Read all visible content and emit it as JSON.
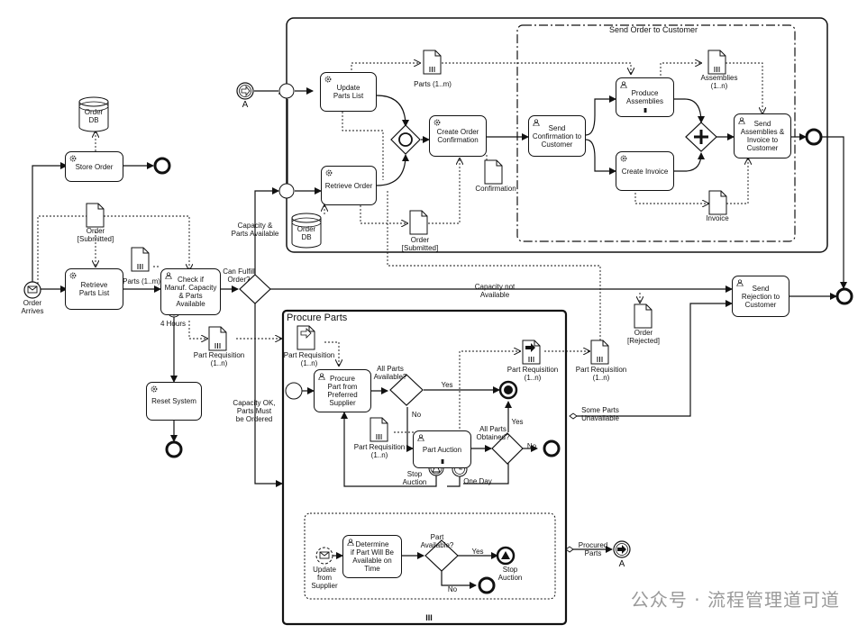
{
  "tasks": {
    "store_order": "Store Order",
    "retrieve_parts_list": "Retrieve\nParts List",
    "check_capacity": "Check if\nManuf. Capacity\n& Parts Available",
    "reset_system": "Reset System",
    "update_parts_list": "Update\nParts List",
    "retrieve_order": "Retrieve Order",
    "create_order_confirmation": "Create Order\nConfirmation",
    "send_confirmation": "Send\nConfirmation to\nCustomer",
    "produce_assemblies": "Produce\nAssemblies",
    "create_invoice": "Create Invoice",
    "send_assemblies": "Send\nAssemblies &\nInvoice to\nCustomer",
    "send_rejection": "Send\nRejection to\nCustomer",
    "procure_part": "Procure\nPart from\nPreferred\nSupplier",
    "part_auction": "Part Auction",
    "determine_part": "Determine\nif Part Will Be\nAvailable on\nTime"
  },
  "data_objects": {
    "order_db_top": "Order\nDB",
    "order_submitted_top": "Order\n[Submitted]",
    "parts_1m_left": "Parts (1..m)",
    "parts_1m_top": "Parts (1..m)",
    "order_db_mid": "Order\nDB",
    "order_submitted_mid": "Order\n[Submitted]",
    "confirmation": "Confirmation",
    "assemblies": "Assemblies\n(1..n)",
    "invoice": "Invoice",
    "order_rejected": "Order\n[Rejected]",
    "part_req_1": "Part Requisition\n(1..n)",
    "part_req_2": "Part Requisition\n(1..n)",
    "part_req_3": "Part Requisition\n(1..n)",
    "part_req_4": "Part Requisition\n(1..n)",
    "part_req_5": "Part Requisition\n(1..n)"
  },
  "labels": {
    "order_arrives": "Order\nArrives",
    "four_hours": "4 Hours",
    "can_fulfill": "Can Fulfill\nOrder?",
    "capacity_parts_available": "Capacity &\nParts Available",
    "capacity_not_available": "Capacity not\nAvailable",
    "capacity_ok_parts": "Capacity OK,\nParts Must\nbe Ordered",
    "link_a_top": "A",
    "link_a_bottom": "A",
    "all_parts_available": "All Parts\nAvailable?",
    "yes_1": "Yes",
    "no_1": "No",
    "all_parts_obtained": "All Parts\nObtained?",
    "yes_2": "Yes",
    "no_2": "No",
    "stop_auction_1": "Stop\nAuction",
    "one_day": "One Day",
    "some_parts_unavailable": "Some Parts\nUnavailable",
    "update_from_supplier": "Update\nfrom\nSupplier",
    "part_available": "Part\nAvailable?",
    "yes_3": "Yes",
    "no_3": "No",
    "stop_auction_2": "Stop\nAuction",
    "procured_parts": "Procured\nParts"
  },
  "subprocesses": {
    "send_order": "Send Order to Customer",
    "procure_parts": "Procure Parts",
    "procure_marker": "III"
  },
  "watermark": "公众号 · 流程管理道可道"
}
